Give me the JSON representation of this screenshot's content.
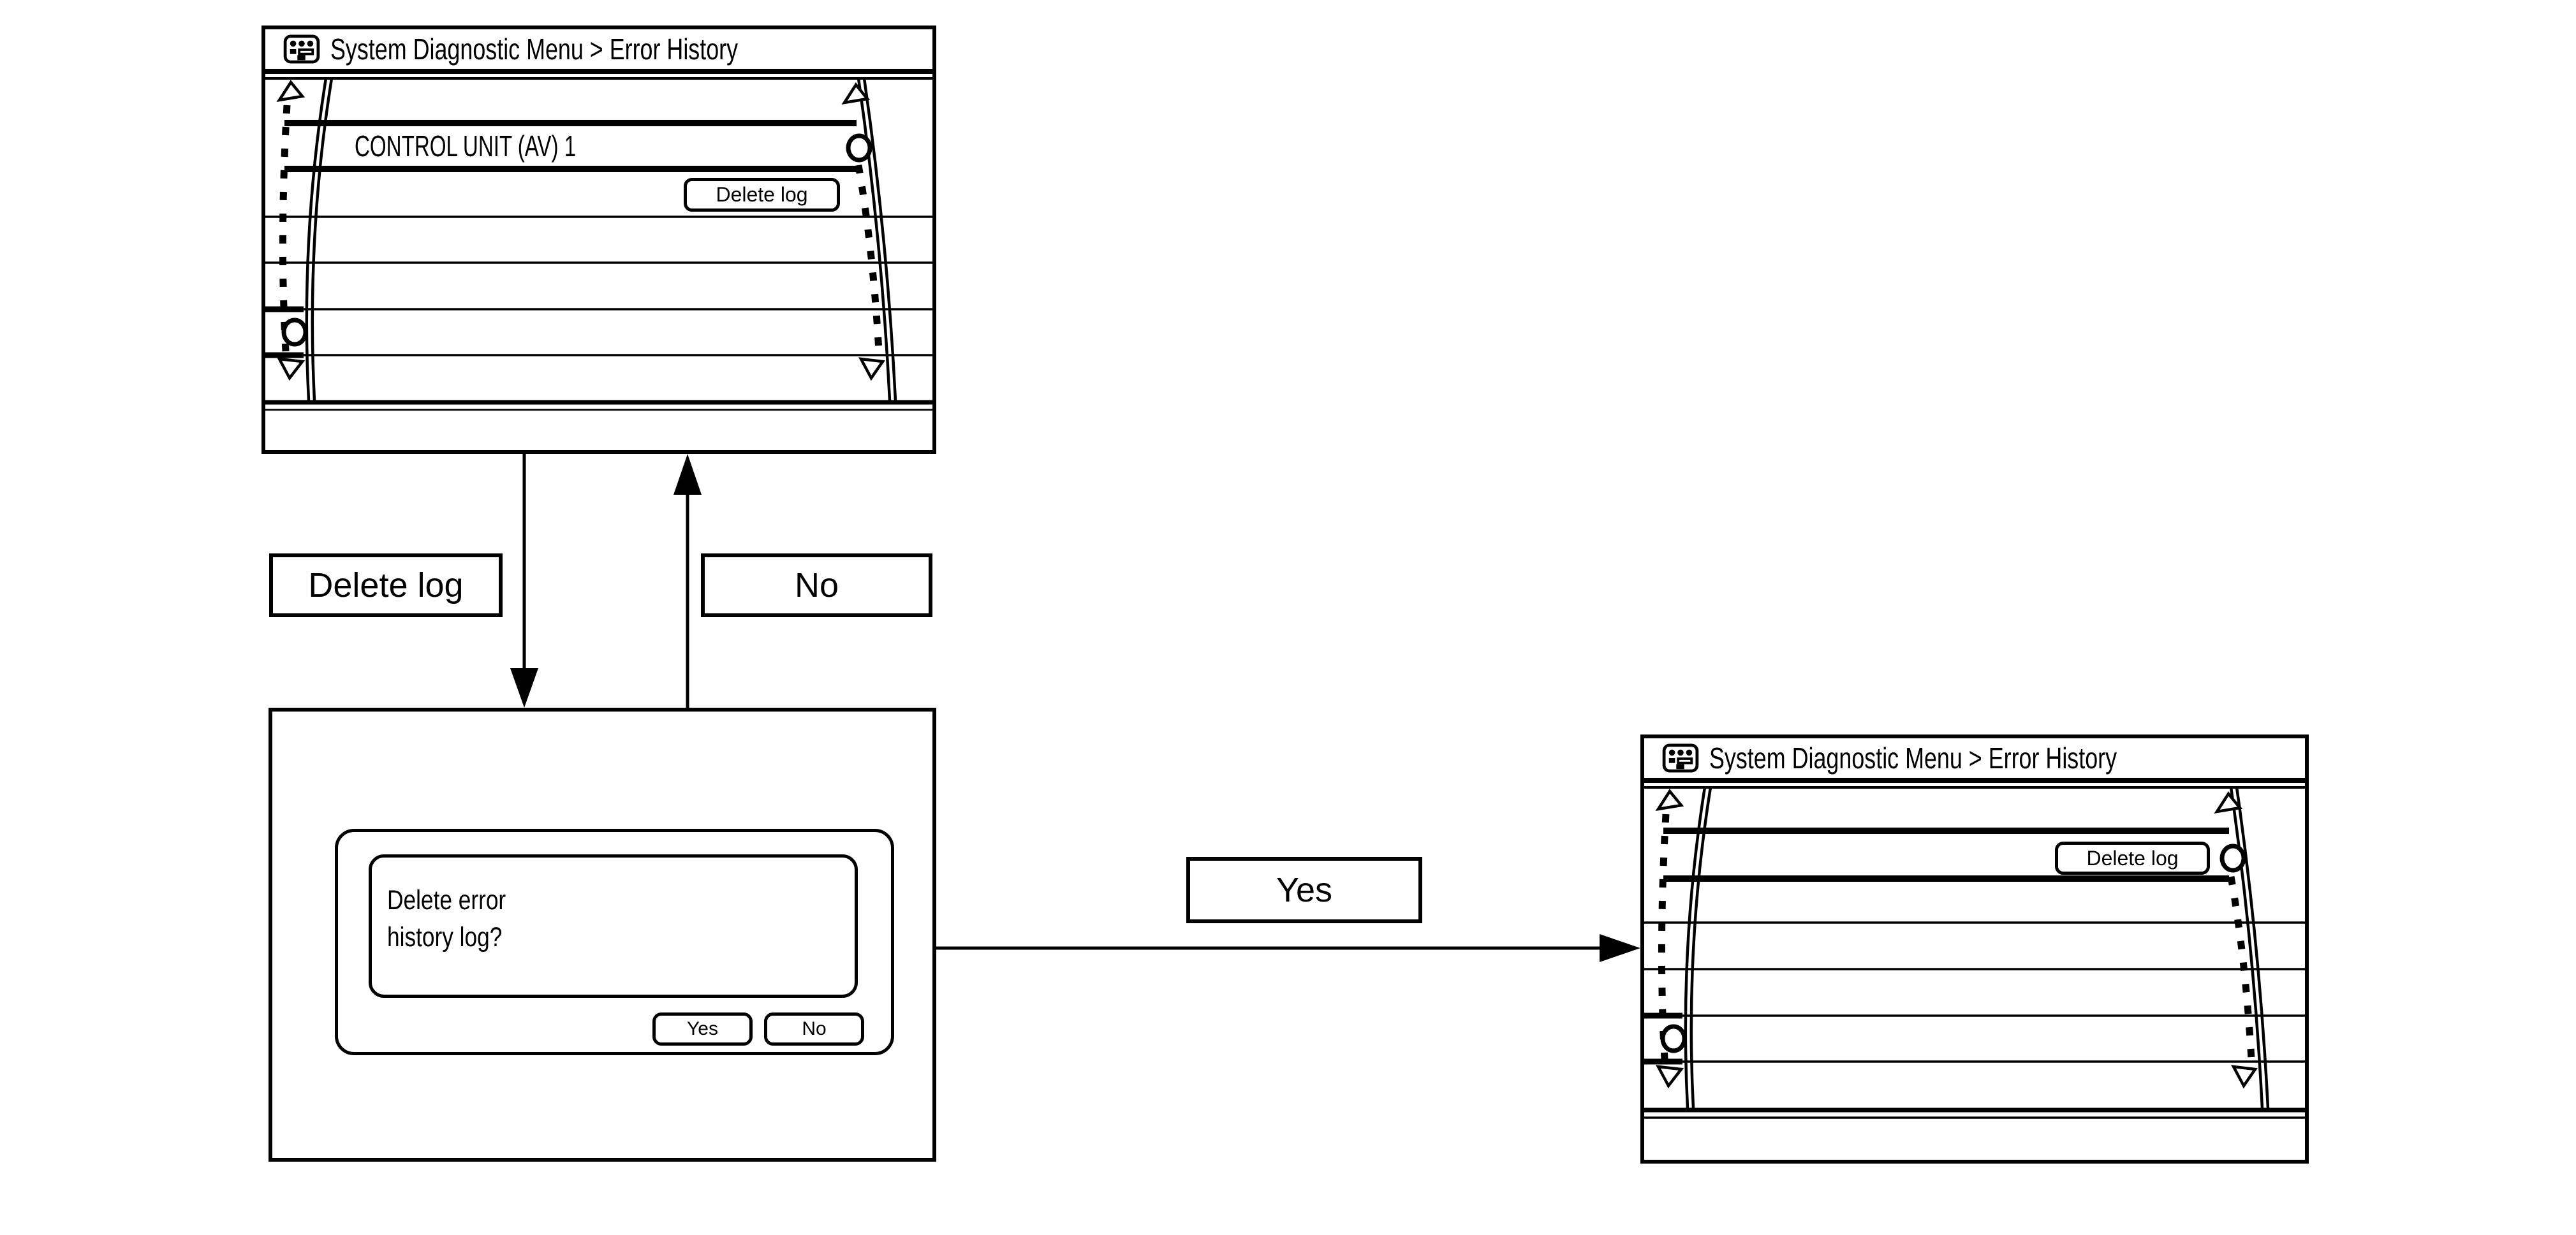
{
  "diagram": {
    "screen_initial": {
      "title": "System Diagnostic Menu > Error History",
      "selected_item": "CONTROL UNIT (AV) 1",
      "delete_log_button": "Delete log"
    },
    "screen_confirm": {
      "message_line1": "Delete error",
      "message_line2": "history log?",
      "yes_button": "Yes",
      "no_button": "No"
    },
    "screen_after": {
      "title": "System Diagnostic Menu > Error History",
      "delete_log_button": "Delete log"
    },
    "flow_labels": {
      "delete_log": "Delete log",
      "no": "No",
      "yes": "Yes"
    }
  }
}
